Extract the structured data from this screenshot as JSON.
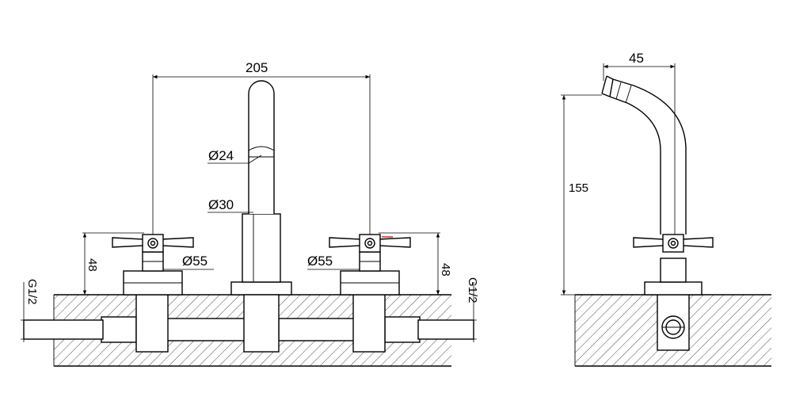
{
  "front_view": {
    "center_spacing": "205",
    "spout_diameter": "Ø24",
    "spout_base_diameter": "Ø30",
    "left_handle_base_diameter": "Ø55",
    "right_handle_base_diameter": "Ø55",
    "left_handle_height": "48",
    "right_handle_height": "48",
    "left_inlet_thread": "G1/2",
    "right_inlet_thread": "G1/2"
  },
  "side_view": {
    "spout_reach": "45",
    "spout_height": "155"
  },
  "colors": {
    "line": "#000000",
    "background": "#ffffff",
    "accent_red": "#d9342b"
  }
}
